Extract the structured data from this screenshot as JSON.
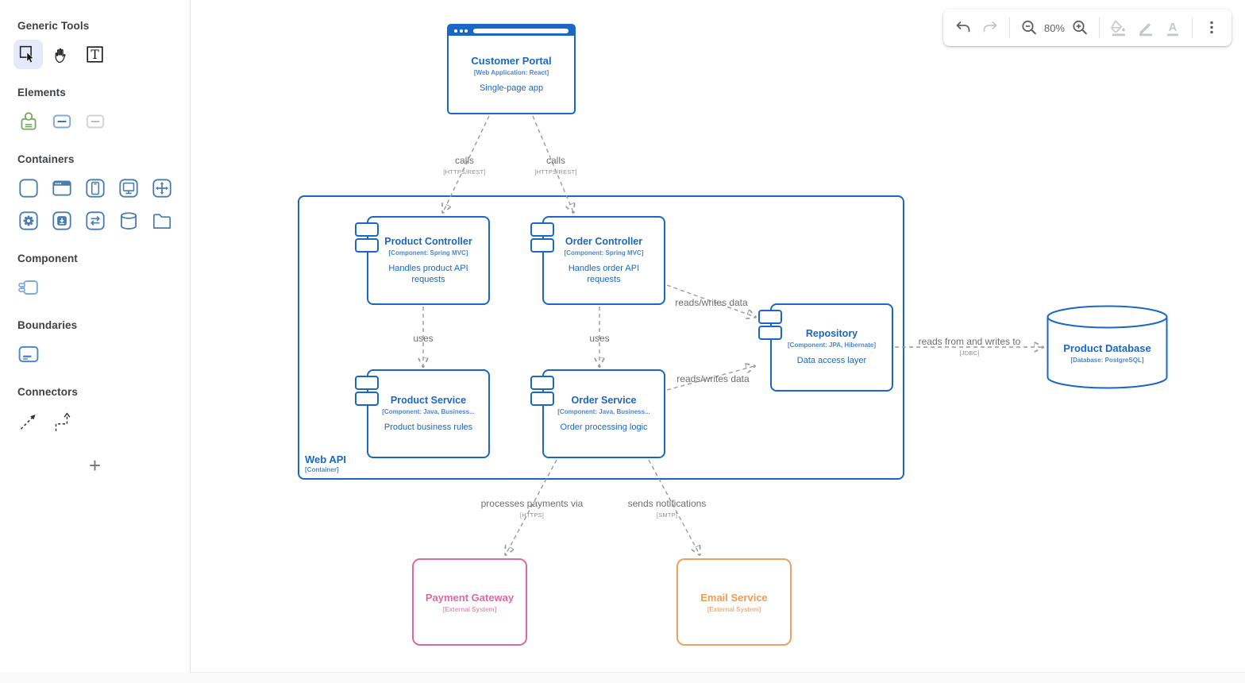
{
  "sidebar": {
    "sections": [
      {
        "title": "Generic Tools",
        "icons": [
          "select-tool",
          "pan-tool",
          "text-tool"
        ],
        "selected_icon": "select-tool"
      },
      {
        "title": "Elements",
        "icons": [
          "person-element",
          "box-element",
          "box-element-muted"
        ]
      },
      {
        "title": "Containers",
        "icons": [
          "container-plain",
          "container-browser",
          "container-mobile",
          "container-desktop",
          "container-move",
          "container-gear",
          "container-app",
          "container-swap",
          "container-database",
          "container-folder"
        ]
      },
      {
        "title": "Component",
        "icons": [
          "component-shape"
        ]
      },
      {
        "title": "Boundaries",
        "icons": [
          "boundary-shape"
        ]
      },
      {
        "title": "Connectors",
        "icons": [
          "dashed-arrow-straight",
          "dashed-arrow-elbow"
        ]
      }
    ],
    "add_button_label": "+"
  },
  "toolbar": {
    "zoom_level": "80%",
    "icons": [
      "undo",
      "redo",
      "zoom-out",
      "zoom-in",
      "fill-color",
      "pen-color",
      "text-color",
      "more-options"
    ],
    "disabled_icons": [
      "redo",
      "fill-color",
      "pen-color",
      "text-color"
    ]
  },
  "diagram": {
    "container": {
      "name": "Web API",
      "tech": "[Container]"
    },
    "nodes": {
      "customer_portal": {
        "name": "Customer Portal",
        "tech": "[Web Application: React]",
        "desc": "Single-page app"
      },
      "product_controller": {
        "name": "Product Controller",
        "tech": "[Component: Spring MVC]",
        "desc": "Handles product API requests"
      },
      "order_controller": {
        "name": "Order Controller",
        "tech": "[Component: Spring MVC]",
        "desc": "Handles order API requests"
      },
      "product_service": {
        "name": "Product Service",
        "tech": "[Component: Java, Business...",
        "desc": "Product business rules"
      },
      "order_service": {
        "name": "Order Service",
        "tech": "[Component: Java, Business...",
        "desc": "Order processing logic"
      },
      "repository": {
        "name": "Repository",
        "tech": "[Component: JPA, Hibernate]",
        "desc": "Data access layer"
      },
      "product_database": {
        "name": "Product Database",
        "tech": "[Database: PostgreSQL]"
      },
      "payment_gateway": {
        "name": "Payment Gateway",
        "tech": "[External System]"
      },
      "email_service": {
        "name": "Email Service",
        "tech": "[External System]"
      }
    },
    "edges": {
      "portal_to_product_controller": {
        "label": "calls",
        "tech": "[HTTPS/REST]"
      },
      "portal_to_order_controller": {
        "label": "calls",
        "tech": "[HTTPS/REST]"
      },
      "product_controller_to_service": {
        "label": "uses"
      },
      "order_controller_to_service": {
        "label": "uses"
      },
      "order_controller_to_repository": {
        "label": "reads/writes data"
      },
      "order_service_to_repository": {
        "label": "reads/writes data"
      },
      "repository_to_database": {
        "label": "reads from and writes to",
        "tech": "[JDBC]"
      },
      "order_service_to_payment": {
        "label": "processes payments via",
        "tech": "[HTTPS]"
      },
      "order_service_to_email": {
        "label": "sends notifications",
        "tech": "[SMTP]"
      }
    }
  },
  "colors": {
    "primary_blue": "#1a67c4",
    "external_pink": "#dc6a9e",
    "external_orange": "#efa05f",
    "edge_gray": "#9a9a9a",
    "canvas": "#ffffff"
  }
}
